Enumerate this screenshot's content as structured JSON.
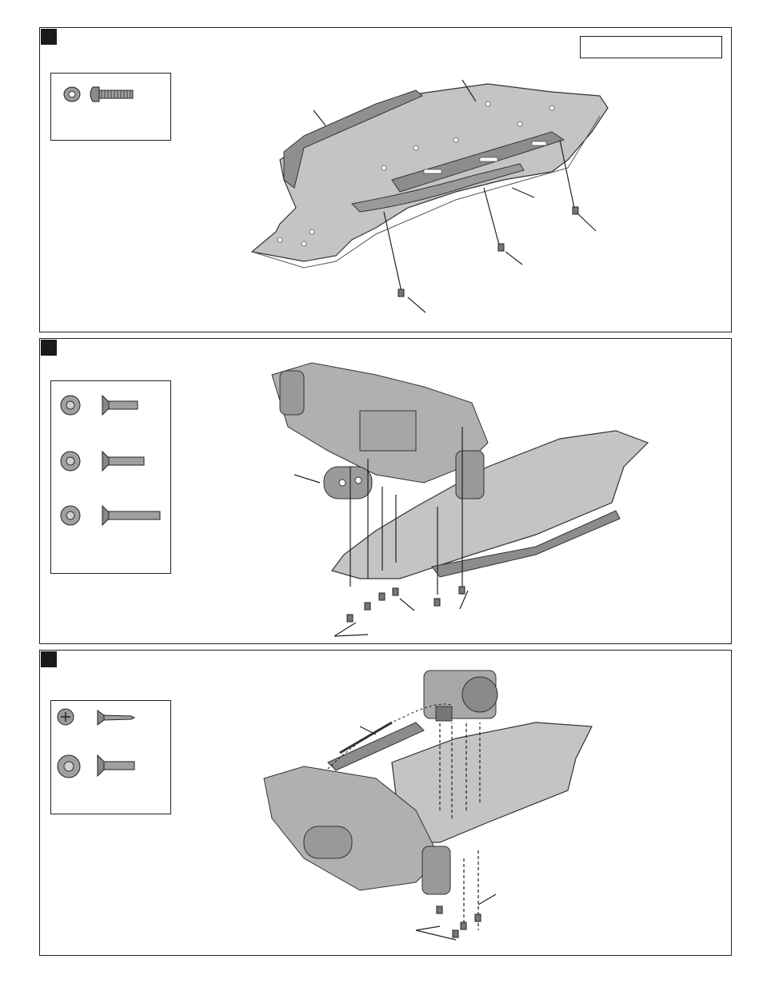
{
  "document": {
    "steps": [
      {
        "id": "step-1",
        "legend_items": [
          "washer-icon",
          "button-head-screw-icon"
        ],
        "label_box_text": ""
      },
      {
        "id": "step-2",
        "legend_items": [
          "countersunk-washer-icon",
          "flat-head-screw-short-icon",
          "countersunk-washer-icon",
          "flat-head-screw-medium-icon",
          "countersunk-washer-icon",
          "flat-head-screw-long-icon"
        ]
      },
      {
        "id": "step-3",
        "legend_items": [
          "phillips-head-icon",
          "self-tapping-screw-icon",
          "countersunk-washer-icon",
          "flat-head-screw-icon"
        ]
      }
    ]
  },
  "colors": {
    "line": "#222222",
    "metal_light": "#c9c9c9",
    "metal_mid": "#a9a9a9",
    "metal_dark": "#7a7a7a"
  }
}
